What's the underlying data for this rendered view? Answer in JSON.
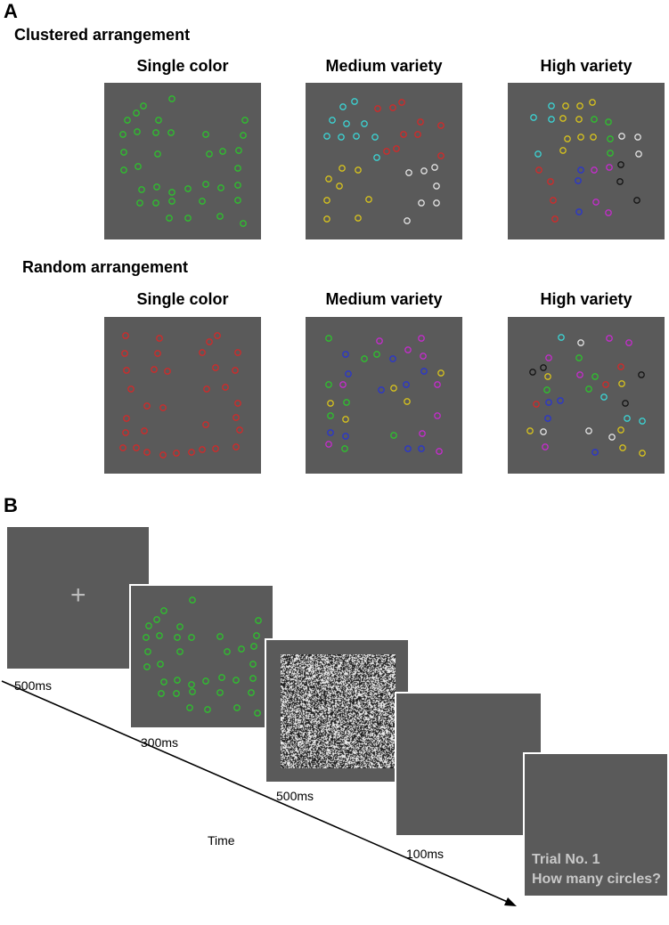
{
  "panelA": {
    "letter": "A",
    "sections": [
      {
        "title": "Clustered arrangement",
        "columns": [
          "Single color",
          "Medium variety",
          "High variety"
        ]
      },
      {
        "title": "Random arrangement",
        "columns": [
          "Single color",
          "Medium variety",
          "High variety"
        ]
      }
    ]
  },
  "panelB": {
    "letter": "B",
    "durations": [
      "500ms",
      "300ms",
      "500ms",
      "100ms"
    ],
    "time_label": "Time",
    "prompt_line1": "Trial No. 1",
    "prompt_line2": "How many circles?",
    "fixation_symbol": "+"
  },
  "colors": {
    "background": "#5a5a5a",
    "green": "#2ec02e",
    "red": "#d02a2a",
    "cyan": "#3cd2d2",
    "yellow": "#d6c21e",
    "white": "#e2e2e2",
    "blue": "#2a36cc",
    "magenta": "#c42ccc",
    "black": "#151515"
  }
}
